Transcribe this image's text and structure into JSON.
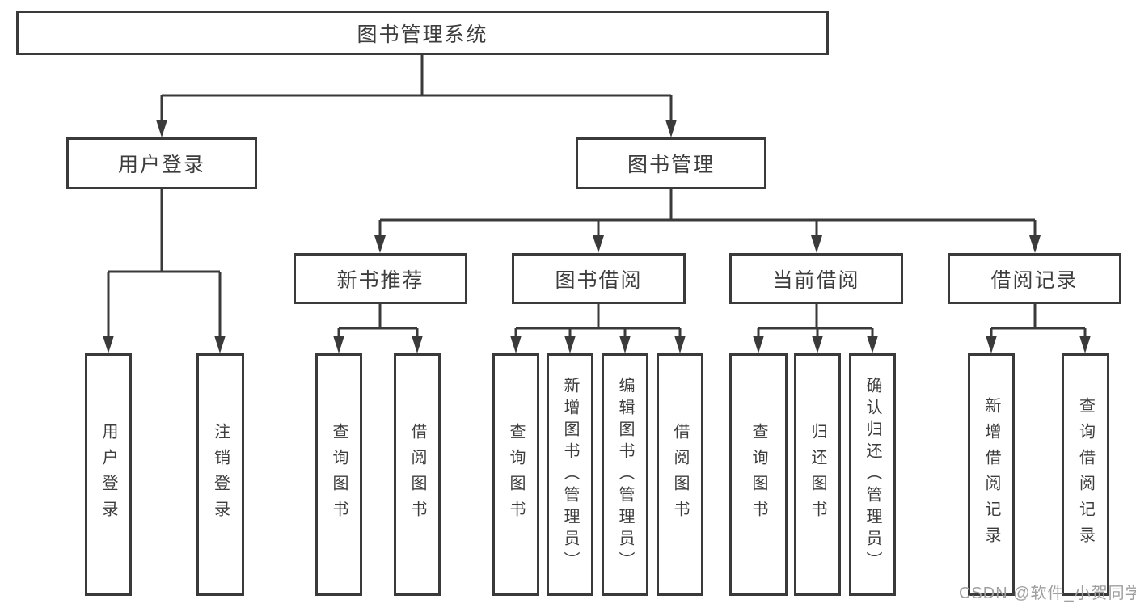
{
  "root": {
    "label": "图书管理系统"
  },
  "user_login": {
    "label": "用户登录",
    "children": [
      {
        "label": "用户登录"
      },
      {
        "label": "注销登录"
      }
    ]
  },
  "book_management": {
    "label": "图书管理",
    "sections": [
      {
        "label": "新书推荐",
        "children": [
          {
            "label": "查询图书"
          },
          {
            "label": "借阅图书"
          }
        ]
      },
      {
        "label": "图书借阅",
        "children": [
          {
            "label": "查询图书"
          },
          {
            "label": "新增图书（管理员）"
          },
          {
            "label": "编辑图书（管理员）"
          },
          {
            "label": "借阅图书"
          }
        ]
      },
      {
        "label": "当前借阅",
        "children": [
          {
            "label": "查询图书"
          },
          {
            "label": "归还图书"
          },
          {
            "label": "确认归还（管理员）"
          }
        ]
      },
      {
        "label": "借阅记录",
        "children": [
          {
            "label": "新增借阅记录"
          },
          {
            "label": "查询借阅记录"
          }
        ]
      }
    ]
  },
  "watermark": {
    "text": "CSDN @软件_小贺同学"
  },
  "colors": {
    "line": "#3a3a3a",
    "text": "#3d3d3d",
    "watermark_text": "#9f9f9f",
    "background": "#ffffff"
  }
}
